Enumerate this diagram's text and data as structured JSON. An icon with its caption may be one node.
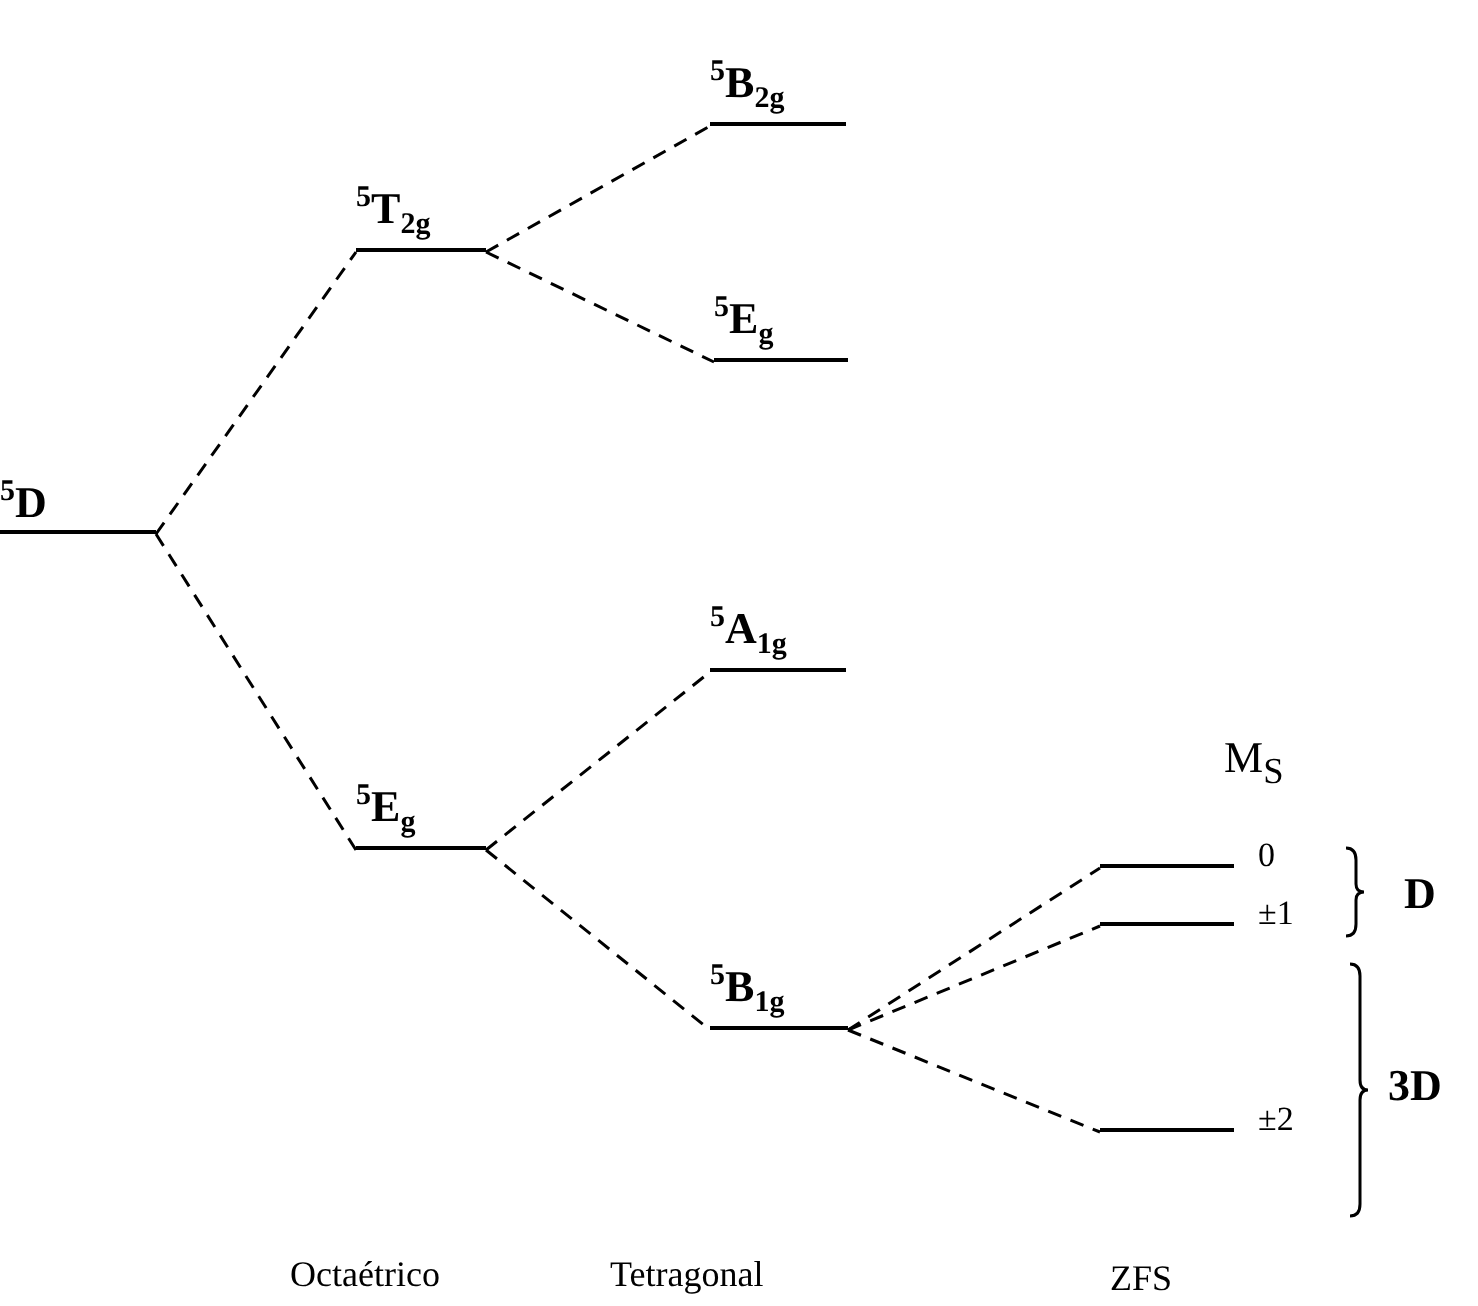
{
  "diagram": {
    "nodes": [
      {
        "text": [
          "$^{5}$D"
        ]
      },
      {
        "text": [
          "$^{5}$T$_{2g}$"
        ]
      },
      {
        "text": [
          "$^{5}$E$_{g}$"
        ]
      },
      {
        "text": [
          "$^{5}$B$_{2g}$"
        ]
      },
      {
        "text": [
          "$^{5}$E$_{g}$"
        ]
      },
      {
        "text": [
          "$^{5}$A$_{1g}$"
        ]
      },
      {
        "text": [
          "$^{5}$B$_{1g}$"
        ]
      },
      {
        "text": [
          "0"
        ]
      },
      {
        "text": [
          "±1"
        ]
      },
      {
        "text": [
          "±2"
        ]
      }
    ],
    "edges": [
      {
        "from": 0,
        "to": 1,
        "arrow": "none",
        "style": "dashed"
      },
      {
        "from": 0,
        "to": 2,
        "arrow": "none",
        "style": "dashed"
      },
      {
        "from": 1,
        "to": 3,
        "arrow": "none",
        "style": "dashed"
      },
      {
        "from": 1,
        "to": 4,
        "arrow": "none",
        "style": "dashed"
      },
      {
        "from": 2,
        "to": 5,
        "arrow": "none",
        "style": "dashed"
      },
      {
        "from": 2,
        "to": 6,
        "arrow": "none",
        "style": "dashed"
      },
      {
        "from": 6,
        "to": 7,
        "arrow": "none",
        "style": "dashed"
      },
      {
        "from": 6,
        "to": 8,
        "arrow": "none",
        "style": "dashed"
      },
      {
        "from": 6,
        "to": 9,
        "arrow": "none",
        "style": "dashed"
      }
    ],
    "labels": [
      "M$_{S}$",
      "D",
      "3D",
      "Octaétrico",
      "Tetragonal",
      "ZFS"
    ]
  }
}
